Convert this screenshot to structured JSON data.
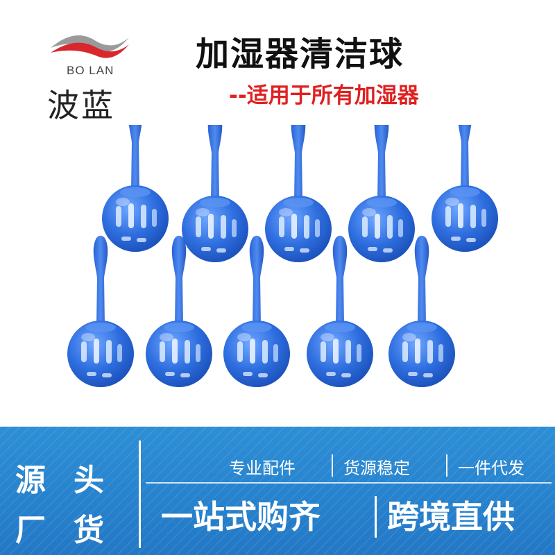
{
  "brand": {
    "name_en": "BO LAN",
    "name_zh": "波蓝"
  },
  "title": "加湿器清洁球",
  "subtitle": "--适用于所有加湿器",
  "colors": {
    "ball": "#2f6fe0",
    "banner": "#2a86d2",
    "subtitle": "#e02020"
  },
  "banner": {
    "source_chars": [
      "源",
      "头",
      "厂",
      "货"
    ],
    "tags": [
      "专业配件",
      "货源稳定",
      "一件代发"
    ],
    "slogan_left": "一站式购齐",
    "slogan_right": "跨境直供"
  }
}
